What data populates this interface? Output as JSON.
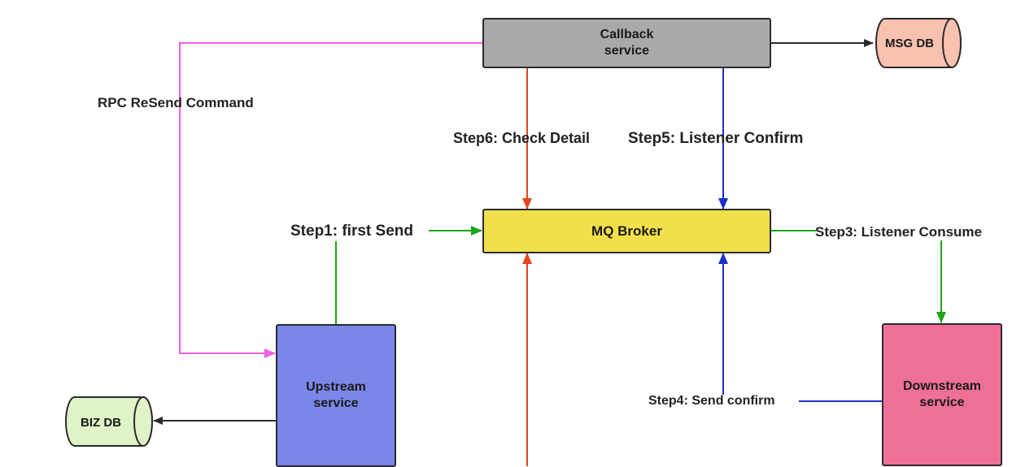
{
  "nodes": {
    "callback": "Callback\nservice",
    "mq_broker": "MQ Broker",
    "upstream": "Upstream\nservice",
    "downstream": "Downstream\nservice",
    "msg_db": "MSG DB",
    "biz_db": "BIZ DB"
  },
  "labels": {
    "rpc_resend": "RPC ReSend Command",
    "step1": "Step1:  first Send",
    "step3": "Step3:  Listener Consume",
    "step4": "Step4:  Send confirm",
    "step5": "Step5:   Listener Confirm",
    "step6": "Step6:   Check Detail"
  },
  "colors": {
    "callback_fill": "#a9a9a9",
    "broker_fill": "#f2e04a",
    "upstream_fill": "#7a86e8",
    "downstream_fill": "#ef7097",
    "msg_db_fill": "#f8c1b0",
    "biz_db_fill": "#dff3c7",
    "rpc_line": "#ee5ee6",
    "green_line": "#1aa51a",
    "blue_line": "#1b2fc9",
    "red_line": "#e0481f",
    "black_line": "#2b2b2b"
  }
}
